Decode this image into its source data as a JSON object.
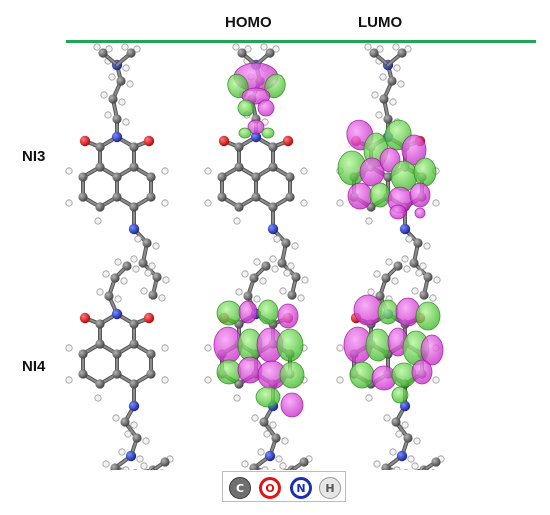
{
  "columns": {
    "homo": "HOMO",
    "lumo": "LUMO"
  },
  "rows": [
    {
      "label": "NI3"
    },
    {
      "label": "NI4"
    }
  ],
  "legend": {
    "items": [
      {
        "symbol": "C",
        "color": "#6f6f6f"
      },
      {
        "symbol": "O",
        "color": "#e01515"
      },
      {
        "symbol": "N",
        "color": "#1b2fb5"
      },
      {
        "symbol": "H",
        "color": "#e6e6e6"
      }
    ]
  },
  "colors": {
    "accent_rule": "#22a35a",
    "lobe_positive": "#dd22dd",
    "lobe_negative": "#44dd22"
  }
}
